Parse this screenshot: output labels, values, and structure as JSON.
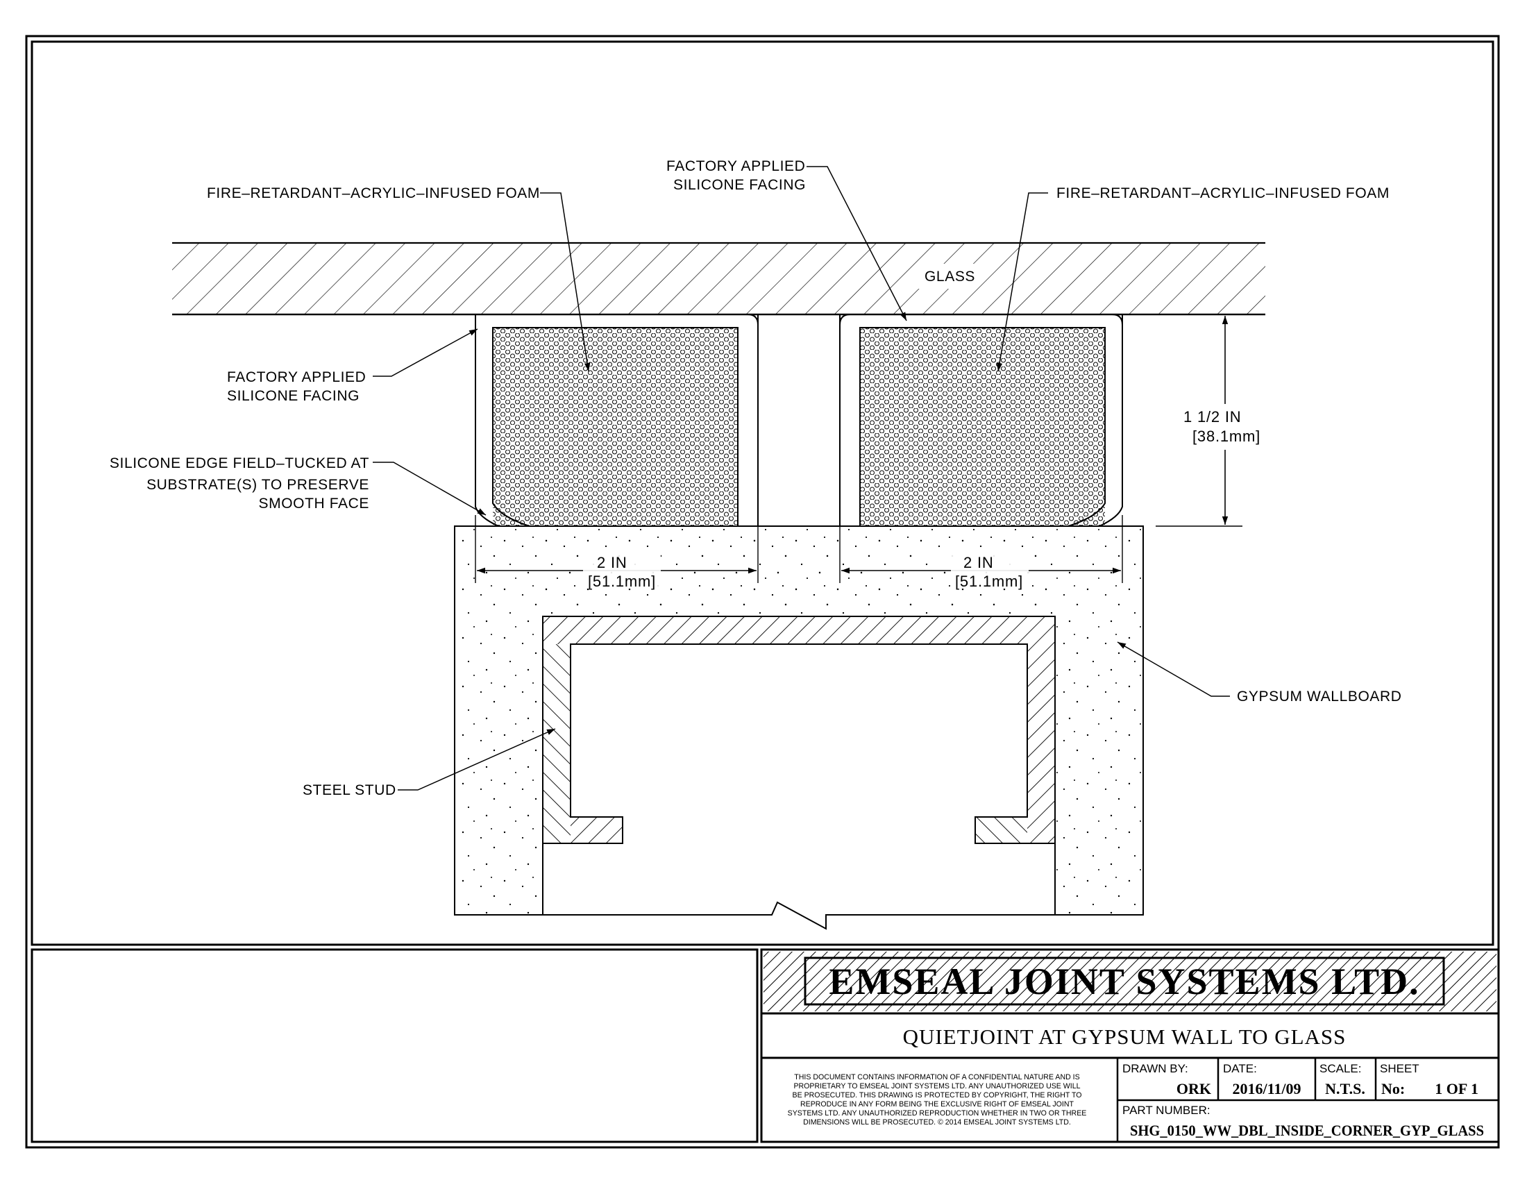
{
  "drawing": {
    "labels": {
      "foam_left": "FIRE–RETARDANT–ACRYLIC–INFUSED FOAM",
      "foam_right": "FIRE–RETARDANT–ACRYLIC–INFUSED FOAM",
      "facing_top_line1": "FACTORY APPLIED",
      "facing_top_line2": "SILICONE FACING",
      "facing_left_line1": "FACTORY APPLIED",
      "facing_left_line2": "SILICONE FACING",
      "edge_line1": "SILICONE EDGE FIELD–TUCKED AT",
      "edge_line2": "SUBSTRATE(S) TO PRESERVE",
      "edge_line3": "SMOOTH FACE",
      "glass": "GLASS",
      "gypsum": "GYPSUM WALLBOARD",
      "stud": "STEEL STUD"
    },
    "dimensions": {
      "depth_in": "1 1/2 IN",
      "depth_mm": "[38.1mm]",
      "width_left_in": "2 IN",
      "width_left_mm": "[51.1mm]",
      "width_right_in": "2 IN",
      "width_right_mm": "[51.1mm]"
    }
  },
  "title_block": {
    "company": "EMSEAL JOINT SYSTEMS LTD.",
    "title": "QUIETJOINT AT GYPSUM WALL TO GLASS",
    "legal_lines": [
      "THIS DOCUMENT CONTAINS INFORMATION OF A CONFIDENTIAL NATURE AND IS",
      "PROPRIETARY TO EMSEAL JOINT SYSTEMS LTD. ANY UNAUTHORIZED USE WILL",
      "BE PROSECUTED. THIS DRAWING IS PROTECTED BY COPYRIGHT, THE RIGHT TO",
      "REPRODUCE IN ANY FORM BEING THE EXCLUSIVE RIGHT OF EMSEAL JOINT",
      "SYSTEMS LTD. ANY UNAUTHORIZED REPRODUCTION WHETHER IN TWO OR THREE",
      "DIMENSIONS WILL BE PROSECUTED. © 2014 EMSEAL JOINT SYSTEMS LTD."
    ],
    "drawn_by_label": "DRAWN BY:",
    "drawn_by": "ORK",
    "date_label": "DATE:",
    "date": "2016/11/09",
    "scale_label": "SCALE:",
    "scale": "N.T.S.",
    "sheet_label": "SHEET",
    "sheet_no_label": "No:",
    "sheet": "1 OF 1",
    "part_number_label": "PART NUMBER:",
    "part_number": "SHG_0150_WW_DBL_INSIDE_CORNER_GYP_GLASS"
  }
}
